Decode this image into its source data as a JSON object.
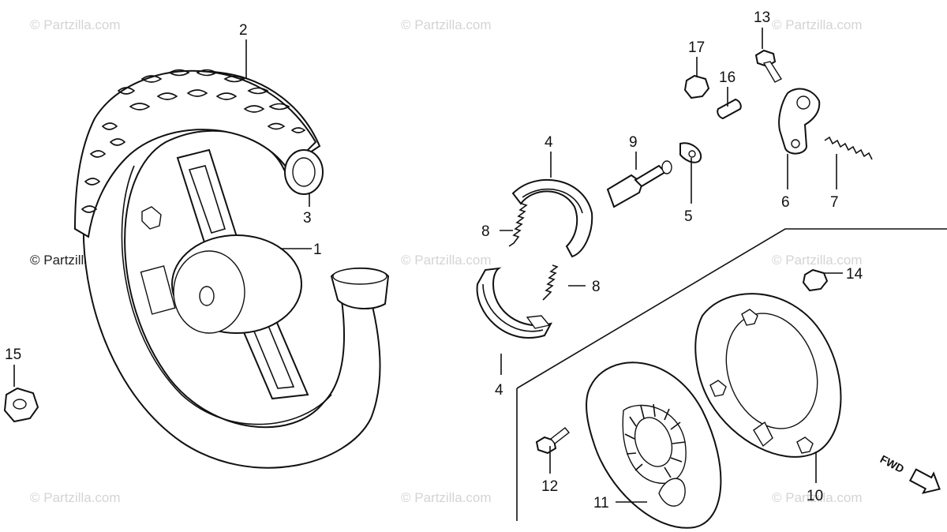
{
  "watermark": {
    "text": "© Partzilla.com"
  },
  "callouts": {
    "c1": "1",
    "c2": "2",
    "c3": "3",
    "c4a": "4",
    "c4b": "4",
    "c5": "5",
    "c6": "6",
    "c7": "7",
    "c8a": "8",
    "c8b": "8",
    "c9": "9",
    "c10": "10",
    "c11": "11",
    "c12": "12",
    "c13": "13",
    "c14": "14",
    "c15": "15",
    "c16": "16",
    "c17": "17"
  },
  "direction_label": "FWD",
  "colors": {
    "line": "#111111",
    "watermark": "#d4d4d4",
    "background": "#ffffff"
  }
}
